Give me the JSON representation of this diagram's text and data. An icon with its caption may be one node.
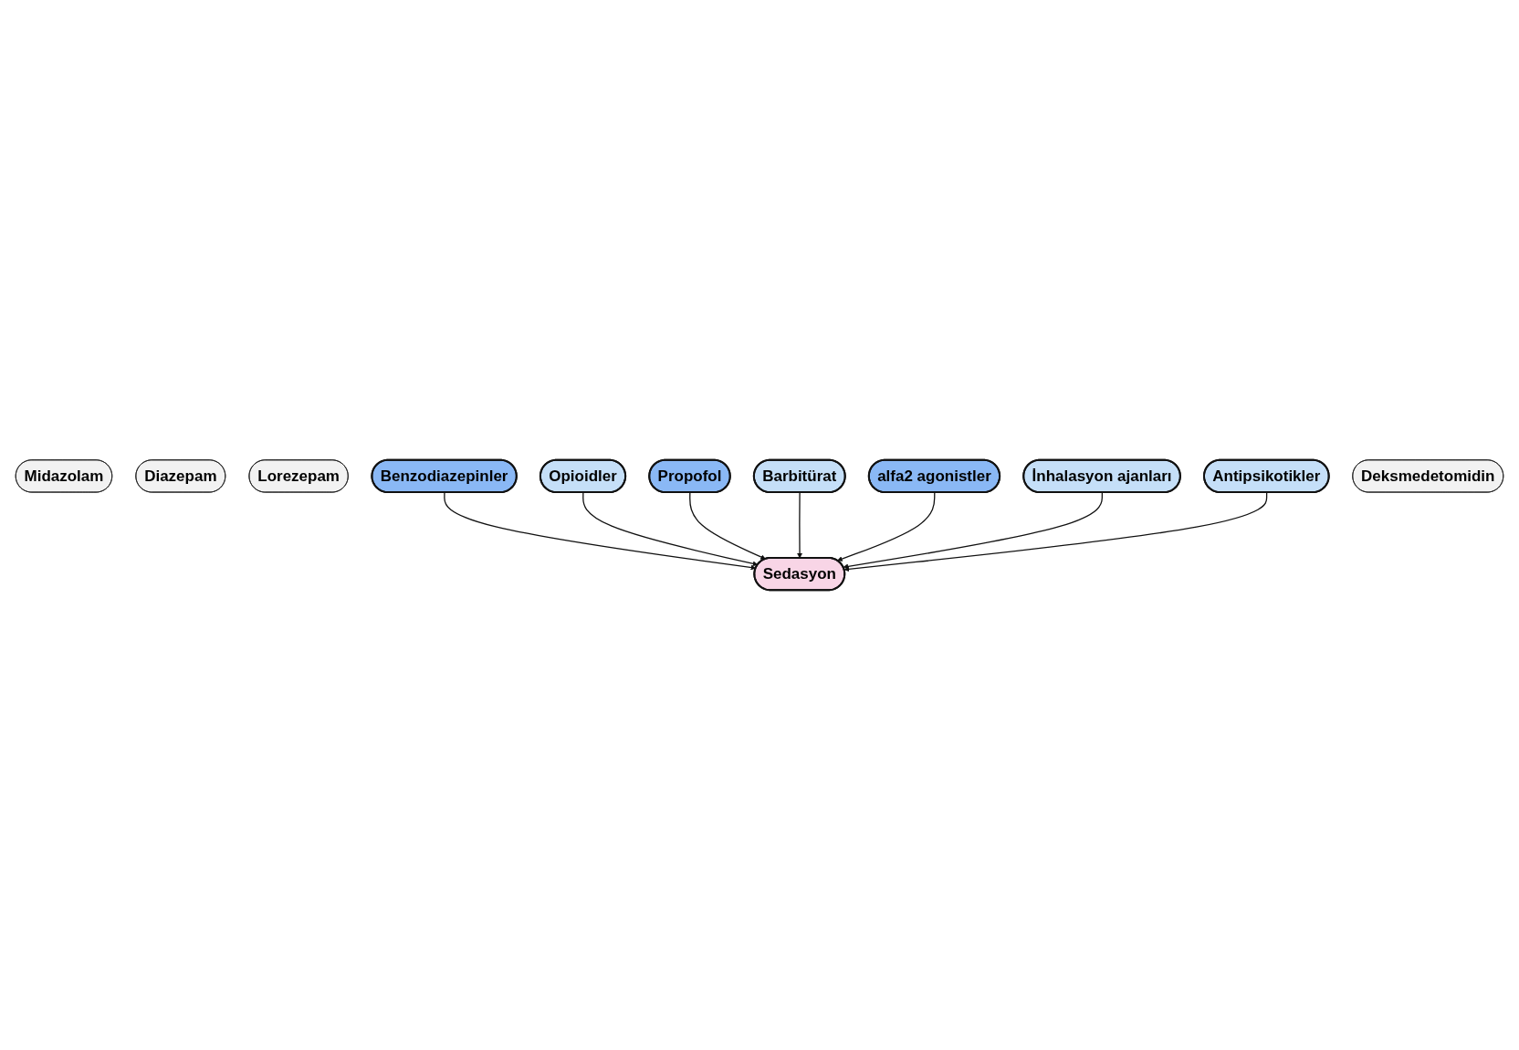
{
  "diagram": {
    "nodes": [
      {
        "text": [
          "Midazolam"
        ]
      },
      {
        "text": [
          "Diazepam"
        ]
      },
      {
        "text": [
          "Lorezepam"
        ]
      },
      {
        "text": [
          "Benzodiazepinler"
        ]
      },
      {
        "text": [
          "Propofol"
        ]
      },
      {
        "text": [
          "Opioidler"
        ]
      },
      {
        "text": [
          "Sedasyon"
        ]
      },
      {
        "text": [
          "Barbitürat"
        ]
      },
      {
        "text": [
          "alfa2 agonistler"
        ]
      },
      {
        "text": [
          "İnhalasyon ajanları"
        ]
      },
      {
        "text": [
          "Antipsikotikler"
        ]
      },
      {
        "text": [
          "Deksmedetomidin"
        ]
      }
    ],
    "edges": [
      {
        "from": 3,
        "to": 6,
        "arrow": "to"
      },
      {
        "from": 5,
        "to": 6,
        "arrow": "to"
      },
      {
        "from": 4,
        "to": 6,
        "arrow": "to"
      },
      {
        "from": 7,
        "to": 6,
        "arrow": "to"
      },
      {
        "from": 8,
        "to": 6,
        "arrow": "to"
      },
      {
        "from": 9,
        "to": 6,
        "arrow": "to"
      },
      {
        "from": 10,
        "to": 6,
        "arrow": "to"
      }
    ]
  }
}
